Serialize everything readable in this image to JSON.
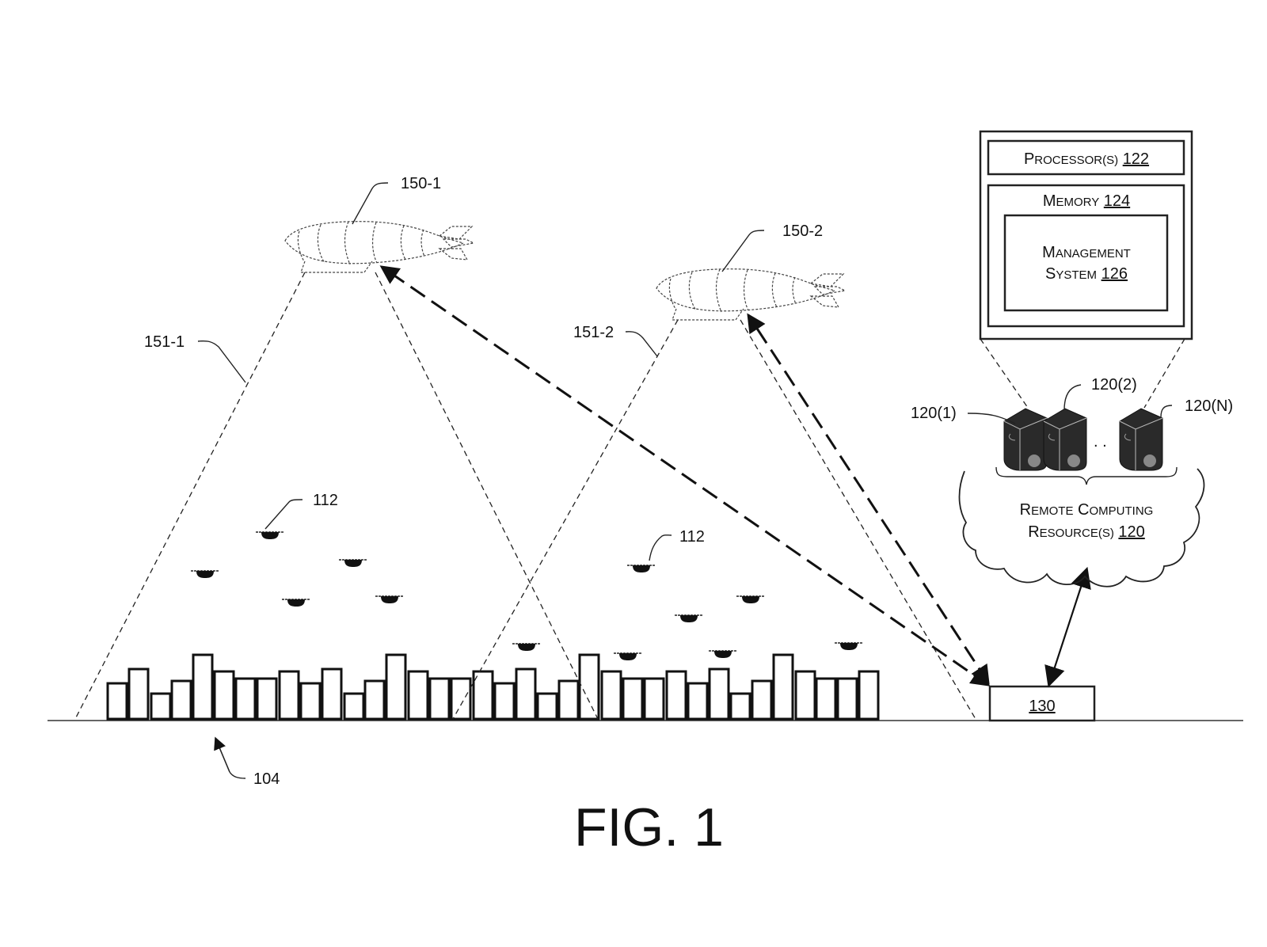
{
  "figure": {
    "caption": "FIG. 1",
    "colors": {
      "ink": "#111111",
      "background": "#ffffff"
    }
  },
  "computer_box": {
    "processor": {
      "text": "Processor(s) ",
      "ref": "122"
    },
    "memory": {
      "text": "Memory ",
      "ref": "124"
    },
    "management": {
      "line1": "Management",
      "line2_text": "System ",
      "ref": "126"
    }
  },
  "servers": {
    "labels": [
      "120(1)",
      "120(2)",
      "120(N)"
    ],
    "ellipsis": ". ."
  },
  "cloud": {
    "line1": "Remote Computing",
    "line2_text": "Resource(s) ",
    "ref": "120"
  },
  "station": {
    "ref": "130"
  },
  "airships": [
    {
      "label": "150-1",
      "beam_label": "151-1"
    },
    {
      "label": "150-2",
      "beam_label": "151-2"
    }
  ],
  "uav_labels": [
    "112",
    "112"
  ],
  "city": {
    "label": "104"
  }
}
